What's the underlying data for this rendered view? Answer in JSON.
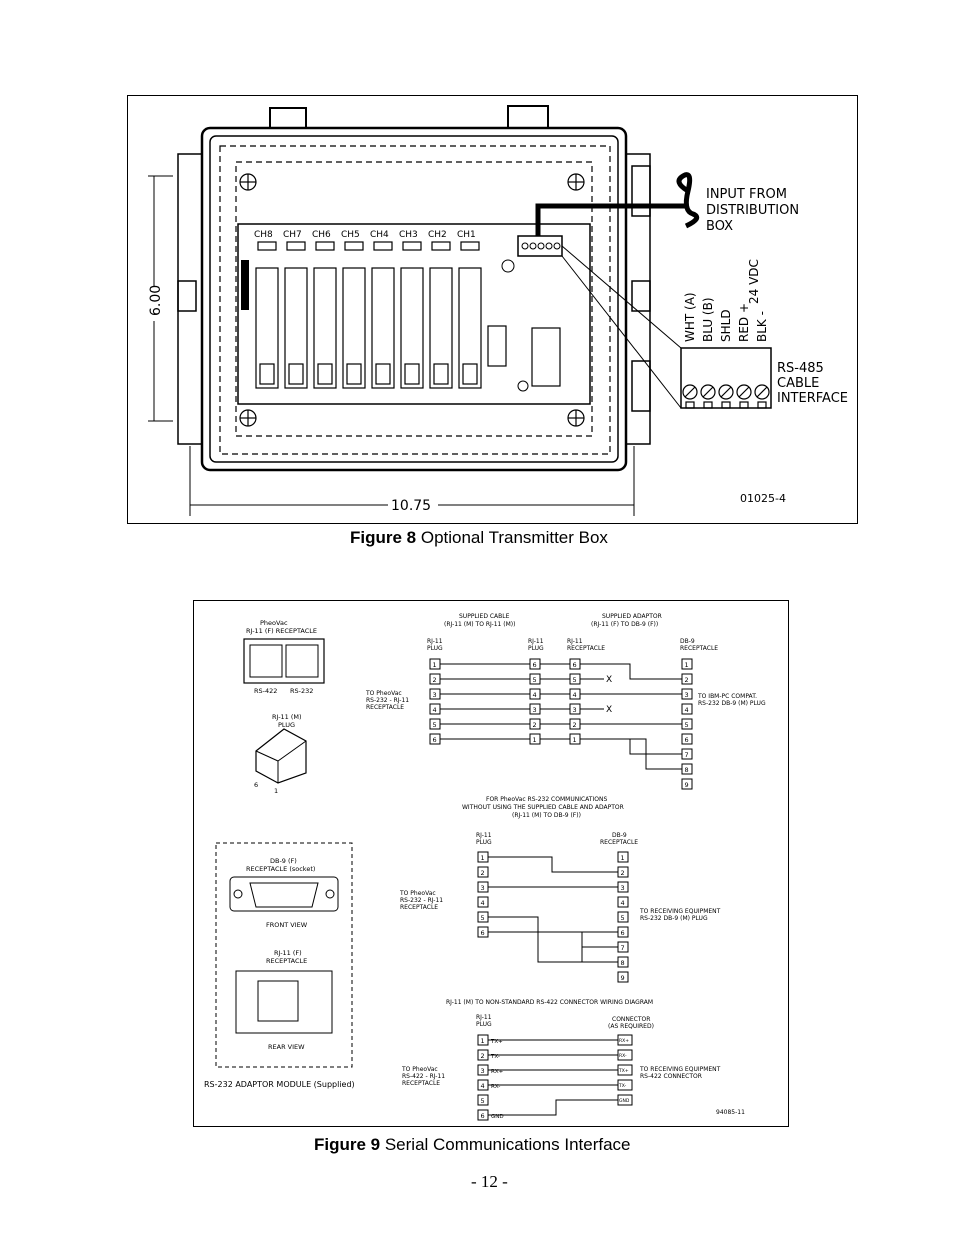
{
  "figure8": {
    "caption_label": "Figure 8",
    "caption_text": " Optional Transmitter Box",
    "dim_height": "6.00",
    "dim_width": "10.75",
    "channels": [
      "CH8",
      "CH7",
      "CH6",
      "CH5",
      "CH4",
      "CH3",
      "CH2",
      "CH1"
    ],
    "input_label": [
      "INPUT FROM",
      "DISTRIBUTION",
      "BOX"
    ],
    "wires": [
      "WHT (A)",
      "BLU (B)",
      "SHLD",
      "RED +",
      "BLK -"
    ],
    "voltage": "24 VDC",
    "interface_label": [
      "RS-485",
      "CABLE",
      "INTERFACE"
    ],
    "drawing_no": "01025-4"
  },
  "figure9": {
    "caption_label": "Figure 9",
    "caption_text": "  Serial Communications Interface",
    "phd_receptacle_title": [
      "PheoVac",
      "RJ-11 (F) RECEPTACLE"
    ],
    "phd_receptacle_labels": [
      "RS-422",
      "RS-232"
    ],
    "plug_title": [
      "RJ-11 (M)",
      "PLUG"
    ],
    "plug_pins": [
      "6",
      "1"
    ],
    "adaptor_box": {
      "db9_title": [
        "DB-9 (F)",
        "RECEPTACLE (socket)"
      ],
      "db9_view": "FRONT VIEW",
      "rj11_title": [
        "RJ-11 (F)",
        "RECEPTACLE"
      ],
      "rj11_view": "REAR VIEW",
      "module_label": "RS-232 ADAPTOR MODULE (Supplied)"
    },
    "section1": {
      "cable_title": [
        "SUPPLIED CABLE",
        "(RJ-11 (M) TO RJ-11 (M))"
      ],
      "adaptor_title": [
        "SUPPLIED ADAPTOR",
        "(RJ-11 (F) TO DB-9 (F))"
      ],
      "col1": [
        "RJ-11",
        "PLUG"
      ],
      "col2": [
        "RJ-11",
        "PLUG"
      ],
      "col3": [
        "RJ-11",
        "RECEPTACLE"
      ],
      "col4": [
        "DB-9",
        "RECEPTACLE"
      ],
      "left_note": [
        "TO PheoVac",
        "RS-232 - RJ-11",
        "RECEPTACLE"
      ],
      "right_note": [
        "TO IBM-PC COMPAT.",
        "RS-232 DB-9 (M) PLUG"
      ],
      "pins_a": [
        "1",
        "2",
        "3",
        "4",
        "5",
        "6"
      ],
      "pins_b": [
        "6",
        "5",
        "4",
        "3",
        "2",
        "1"
      ],
      "pins_db9": [
        "1",
        "2",
        "3",
        "4",
        "5",
        "6",
        "7",
        "8",
        "9"
      ],
      "x_mark": "X"
    },
    "section2": {
      "title": [
        "FOR PheoVac RS-232 COMMUNICATIONS",
        "WITHOUT USING THE SUPPLIED CABLE AND ADAPTOR",
        "(RJ-11 (M) TO DB-9 (F))"
      ],
      "col1": [
        "RJ-11",
        "PLUG"
      ],
      "col2": [
        "DB-9",
        "RECEPTACLE"
      ],
      "left_note": [
        "TO PheoVac",
        "RS-232 - RJ-11",
        "RECEPTACLE"
      ],
      "right_note": [
        "TO RECEIVING EQUIPMENT",
        "RS-232 DB-9 (M) PLUG"
      ],
      "pins_a": [
        "1",
        "2",
        "3",
        "4",
        "5",
        "6"
      ],
      "pins_db9": [
        "1",
        "2",
        "3",
        "4",
        "5",
        "6",
        "7",
        "8",
        "9"
      ]
    },
    "section3": {
      "title": "RJ-11 (M) TO NON-STANDARD RS-422 CONNECTOR WIRING DIAGRAM",
      "col1": [
        "RJ-11",
        "PLUG"
      ],
      "col2": [
        "CONNECTOR",
        "(AS REQUIRED)"
      ],
      "left_note": [
        "TO PheoVac",
        "RS-422 - RJ-11",
        "RECEPTACLE"
      ],
      "right_note": [
        "TO RECEIVING EQUIPMENT",
        "RS-422 CONNECTOR"
      ],
      "pins_a": [
        "1",
        "2",
        "3",
        "4",
        "5",
        "6"
      ],
      "signals": [
        "TX+",
        "TX-",
        "RX+",
        "RX-",
        "",
        "GND"
      ],
      "conn_pins": [
        "RX+",
        "RX-",
        "TX+",
        "TX-",
        "GND"
      ]
    },
    "drawing_no": "94085-11"
  },
  "page_number": "- 12 -"
}
